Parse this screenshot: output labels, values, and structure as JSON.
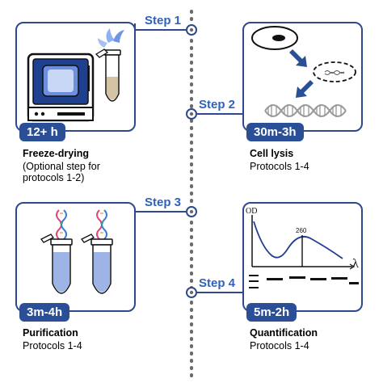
{
  "steps": [
    {
      "label": "Step 1",
      "badge": "12+ h",
      "title": "Freeze-drying",
      "subtitle": [
        "(Optional step for",
        "protocols 1-2)"
      ]
    },
    {
      "label": "Step 2",
      "badge": "30m-3h",
      "title": "Cell lysis",
      "subtitle": [
        "Protocols 1-4"
      ]
    },
    {
      "label": "Step 3",
      "badge": "3m-4h",
      "title": "Purification",
      "subtitle": [
        "Protocols 1-4"
      ]
    },
    {
      "label": "Step 4",
      "badge": "5m-2h",
      "title": "Quantification",
      "subtitle": [
        "Protocols 1-4"
      ]
    }
  ],
  "plot": {
    "ylabel": "OD",
    "xlabel": "λ",
    "peak_label": "260"
  },
  "colors": {
    "accent": "#2b4f97",
    "step_text": "#2f62b8",
    "timeline": "#6b6b6b",
    "tube_liquid": "#9fb4e6"
  }
}
